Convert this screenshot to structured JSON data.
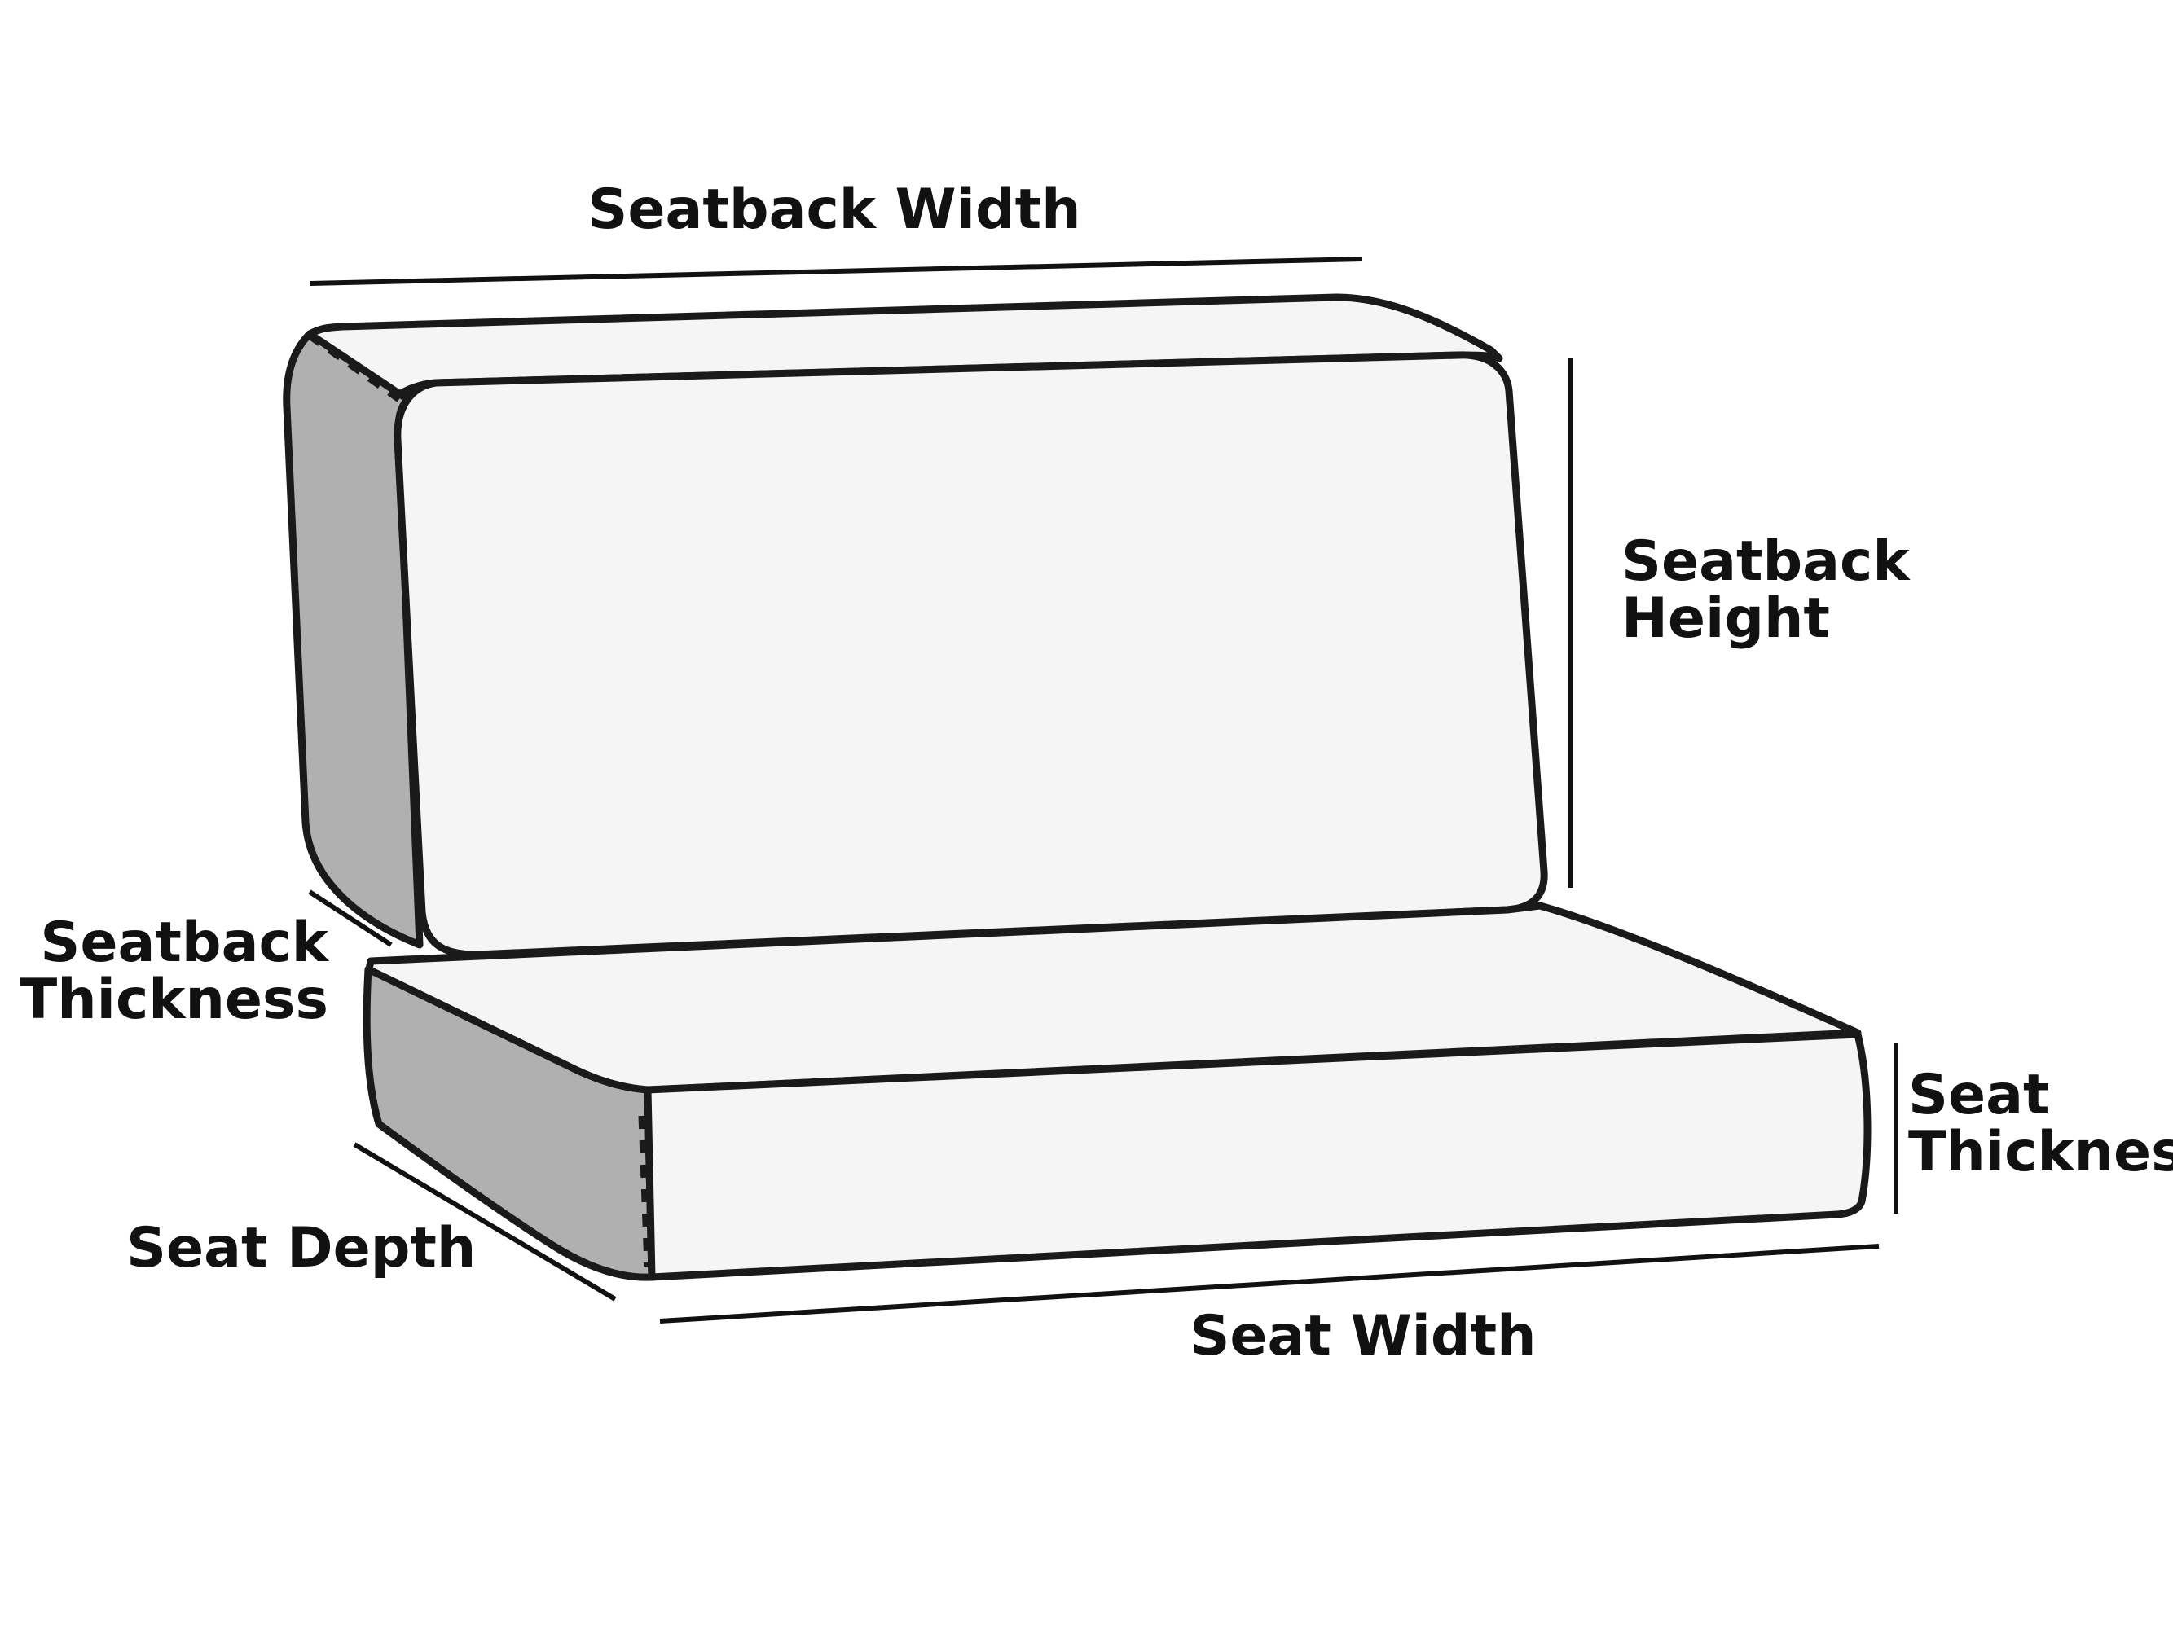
{
  "labels": {
    "seatback_width": "Seatback Width",
    "seatback_height_line1": "Seatback",
    "seatback_height_line2": "Height",
    "seatback_thickness_line1": "Seatback",
    "seatback_thickness_line2": "Thickness",
    "seat_thickness_line1": "Seat",
    "seat_thickness_line2": "Thickness",
    "seat_depth": "Seat Depth",
    "seat_width": "Seat Width"
  },
  "colors": {
    "face_fill": "#f5f5f5",
    "side_fill": "#b1b0b0",
    "stroke": "#1a1a1a",
    "text": "#111111"
  }
}
